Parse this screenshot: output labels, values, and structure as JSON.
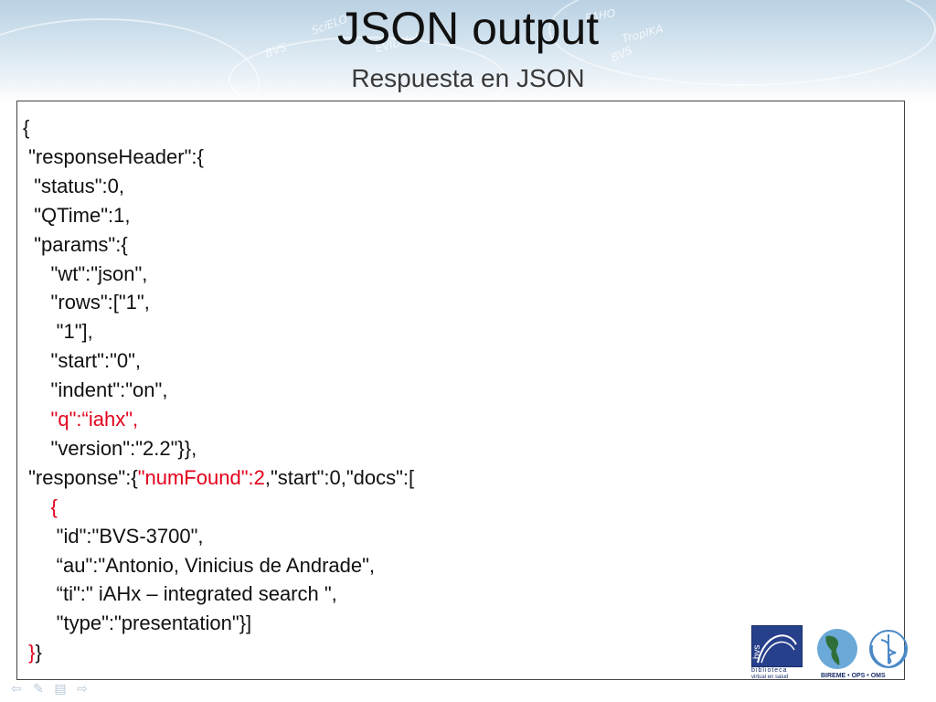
{
  "slide": {
    "title": "JSON output",
    "subtitle": "Respuesta en JSON"
  },
  "code": {
    "lines": [
      [
        {
          "text": "{"
        }
      ],
      [
        {
          "text": " \"responseHeader\":{"
        }
      ],
      [
        {
          "text": "  \"status\":0,"
        }
      ],
      [
        {
          "text": "  \"QTime\":1,"
        }
      ],
      [
        {
          "text": "  \"params\":{"
        }
      ],
      [
        {
          "text": "     \"wt\":\"json\","
        }
      ],
      [
        {
          "text": "     \"rows\":[\"1\","
        }
      ],
      [
        {
          "text": "      \"1\"],"
        }
      ],
      [
        {
          "text": "     \"start\":\"0\","
        }
      ],
      [
        {
          "text": "     \"indent\":\"on\","
        }
      ],
      [
        {
          "text": "     \"q\":“iahx\",",
          "highlight": true
        }
      ],
      [
        {
          "text": "     \"version\":\"2.2\"}},"
        }
      ],
      [
        {
          "text": " \"response\":{"
        },
        {
          "text": "\"numFound\":2",
          "highlight": true
        },
        {
          "text": ",\"start\":0,\"docs\":["
        }
      ],
      [
        {
          "text": "     {",
          "highlight": true
        }
      ],
      [
        {
          "text": "      \"id\":\"BVS-3700\","
        }
      ],
      [
        {
          "text": "      “au\":\"Antonio, Vinicius de Andrade\","
        }
      ],
      [
        {
          "text": "      “ti\":\" iAHx – integrated search \","
        }
      ],
      [
        {
          "text": "      \"type\":\"presentation\"}]"
        }
      ],
      [
        {
          "text": " "
        },
        {
          "text": "}",
          "highlight": true
        },
        {
          "text": "}"
        }
      ]
    ]
  },
  "logos": {
    "bvs_line1": "biblioteca",
    "bvs_line2": "virtual en salud",
    "bvs_mark": "bvs",
    "bireme": "BIREME • OPS • OMS"
  },
  "colors": {
    "highlight": "#e3001b",
    "text": "#111111",
    "banner": "#b9d1e3",
    "bvs_blue": "#27408b"
  },
  "icons": [
    "prev-slide-icon",
    "edit-icon",
    "slide-menu-icon",
    "next-slide-icon"
  ]
}
